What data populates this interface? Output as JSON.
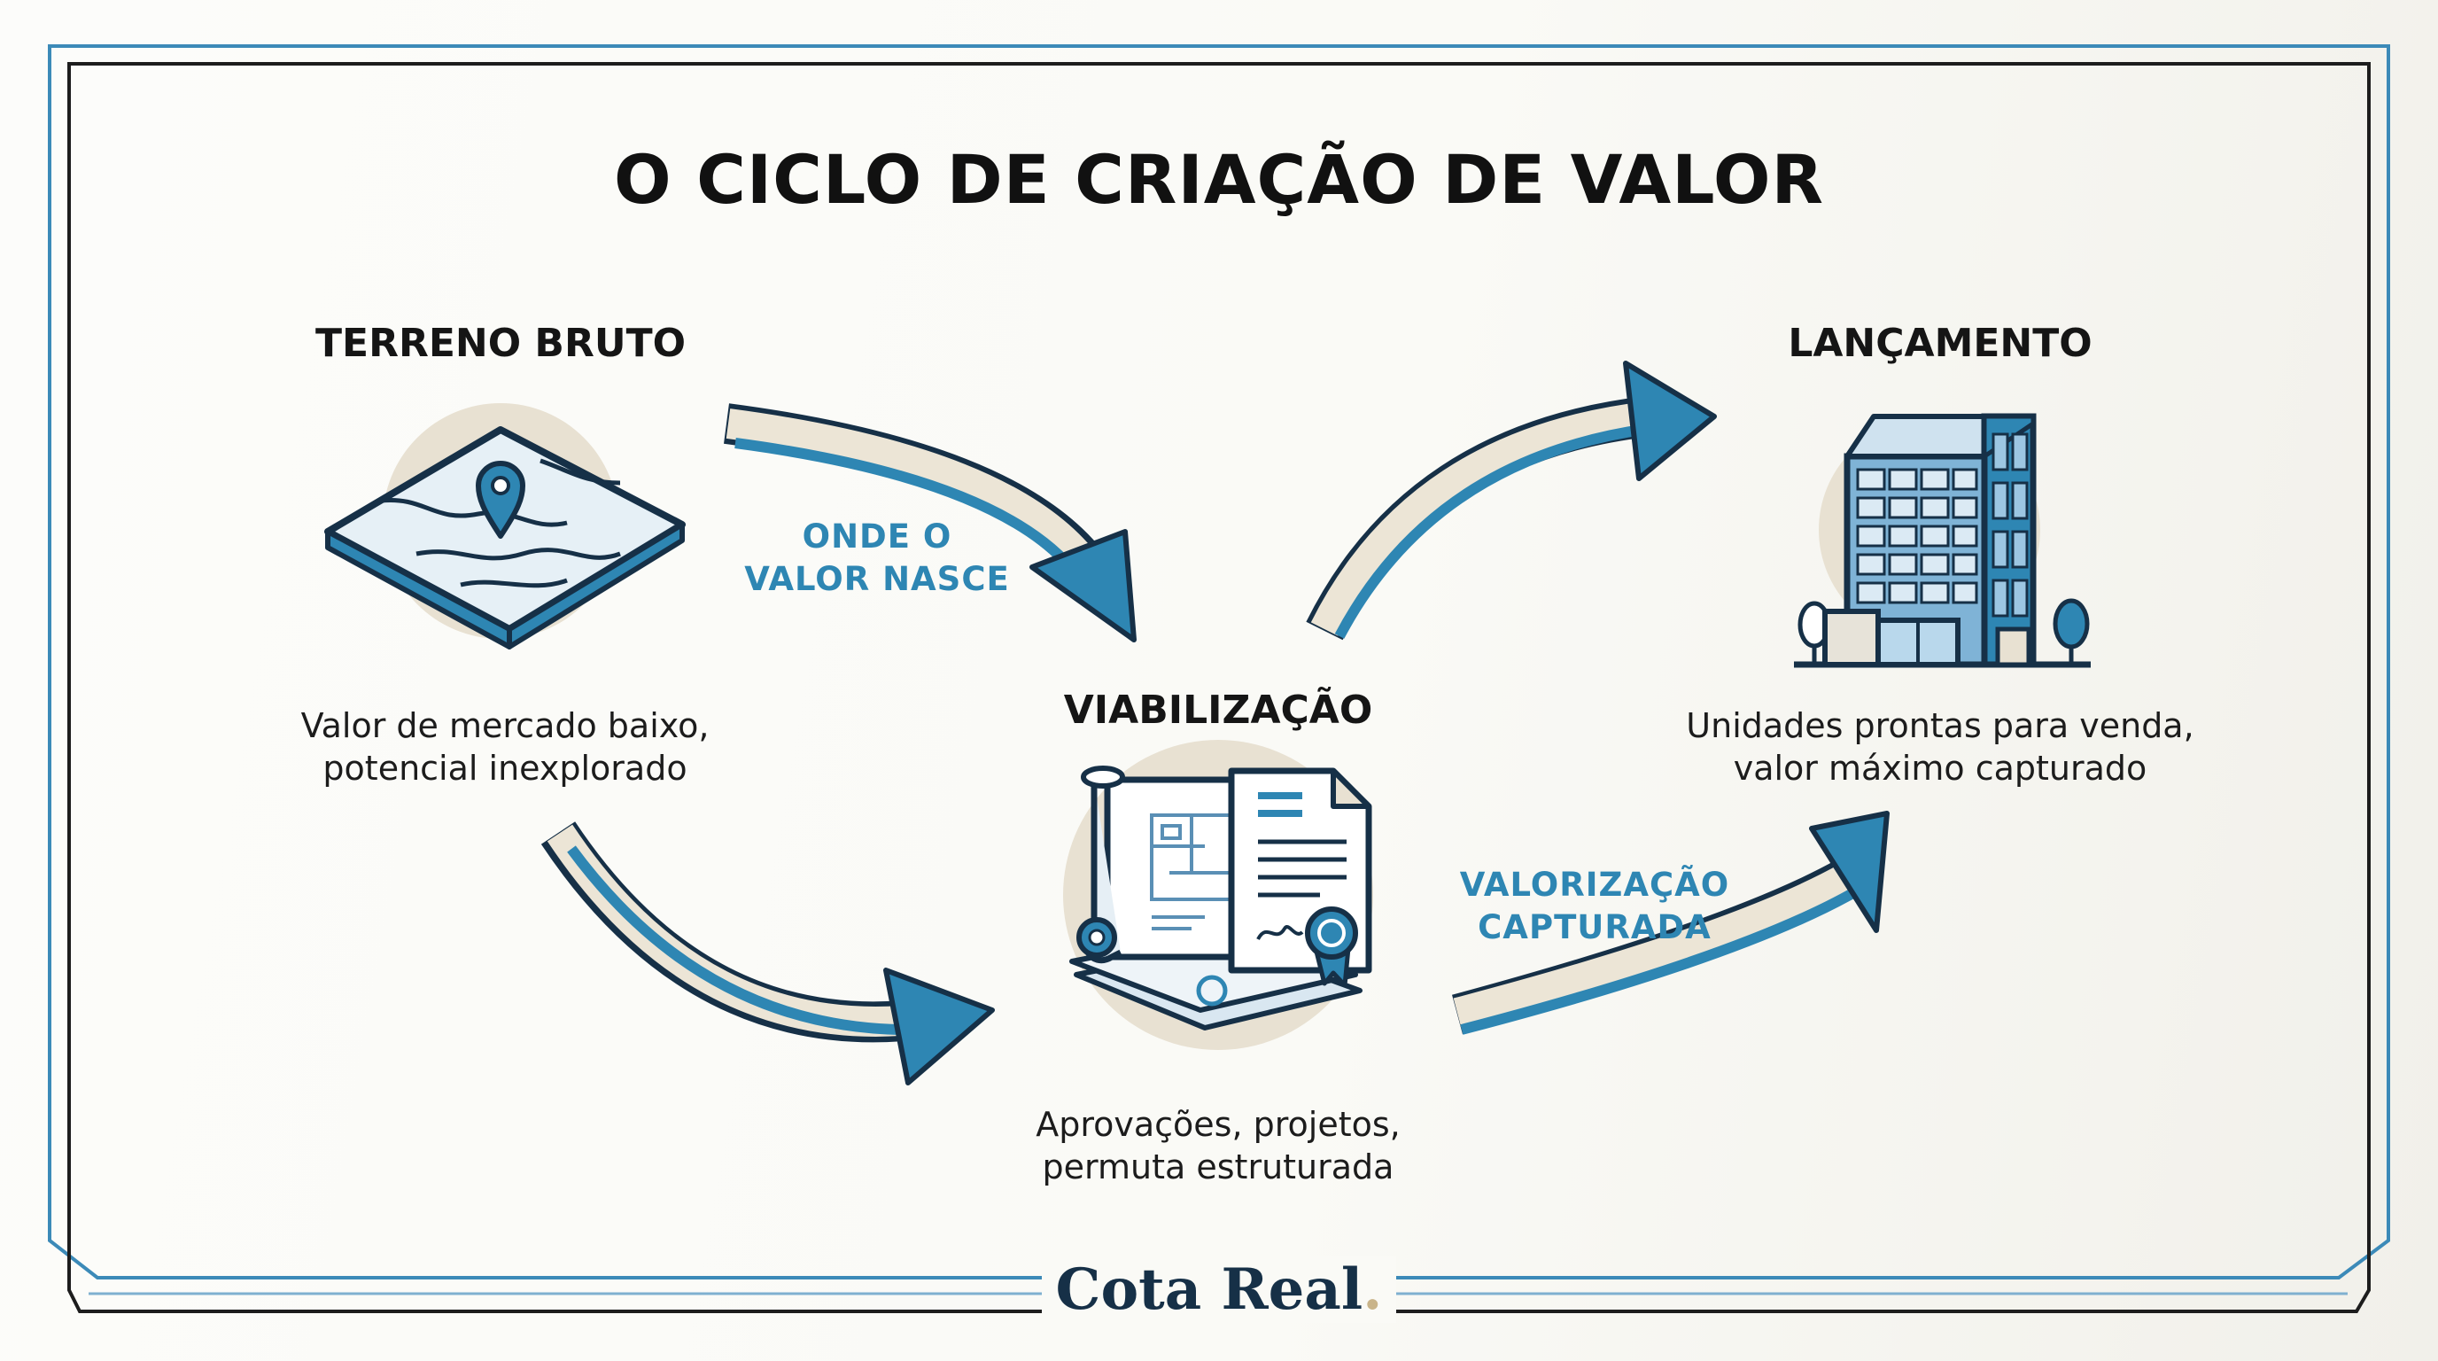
{
  "title": "O CICLO DE CRIAÇÃO DE VALOR",
  "stages": [
    {
      "label": "TERRENO BRUTO",
      "description": [
        "Valor de mercado baixo,",
        "potencial inexplorado"
      ],
      "icon": "land-plot-map-pin-icon"
    },
    {
      "label": "VIABILIZAÇÃO",
      "description": [
        "Aprovações, projetos,",
        "permuta estruturada"
      ],
      "icon": "blueprints-documents-icon"
    },
    {
      "label": "LANÇAMENTO",
      "description": [
        "Unidades prontas para venda,",
        "valor máximo capturado"
      ],
      "icon": "building-icon"
    }
  ],
  "flow_labels": {
    "origin": [
      "ONDE O",
      "VALOR NASCE"
    ],
    "captured": [
      "VALORIZAÇÃO",
      "CAPTURADA"
    ]
  },
  "brand": {
    "name": "Cota Real",
    "dot": "."
  },
  "colors": {
    "accent_blue": "#2e86b3",
    "dark_navy": "#163047",
    "beige": "#e8e1d2",
    "frame_blue": "#3c8ab8"
  }
}
